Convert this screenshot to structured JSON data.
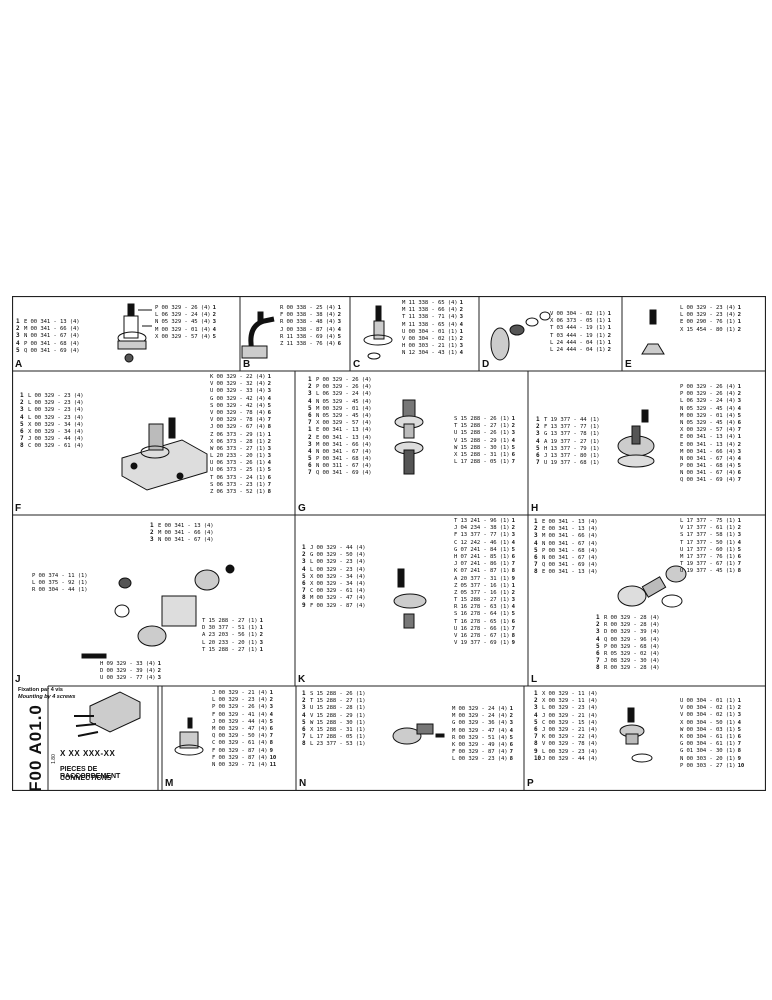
{
  "sheet_code": "F00 A01.0",
  "title_block": {
    "ref": "X XX XXX-XX",
    "code": "1.80",
    "title_fr": "PIECES DE RACCORDEMENT",
    "title_en": "CONNECTIONS"
  },
  "fixation": {
    "fr": "Fixation par 4 vis",
    "en": "Mounting by 4 screws"
  },
  "panels": {
    "A": {
      "label": "A",
      "left": [
        {
          "n": "1",
          "t": "E 00 341 - 13 (4)"
        },
        {
          "n": "2",
          "t": "M 00 341 - 66 (4)"
        },
        {
          "n": "3",
          "t": "N 00 341 - 67 (4)"
        },
        {
          "n": "4",
          "t": "P 00 341 - 68 (4)"
        },
        {
          "n": "5",
          "t": "Q 00 341 - 69 (4)"
        }
      ],
      "right": [
        {
          "t": "P 00 329 - 26 (4)",
          "n": "1"
        },
        {
          "t": "L 06 329 - 24 (4)",
          "n": "2"
        },
        {
          "t": "N 05 329 - 45 (4)",
          "n": "3"
        },
        {
          "t": "M 00 329 - 01 (4)",
          "n": "4"
        },
        {
          "t": "X 00 329 - 57 (4)",
          "n": "5"
        }
      ]
    },
    "B": {
      "label": "B",
      "right": [
        {
          "t": "R 00 338 - 25 (4)",
          "n": "1"
        },
        {
          "t": "F 00 338 - 38 (4)",
          "n": "2"
        },
        {
          "t": "R 00 338 - 48 (4)",
          "n": "3"
        },
        {
          "t": "J 00 338 - 87 (4)",
          "n": "4"
        },
        {
          "t": "R 11 338 - 69 (4)",
          "n": "5"
        },
        {
          "t": "Z 11 338 - 76 (4)",
          "n": "6"
        }
      ]
    },
    "C": {
      "label": "C",
      "right": [
        {
          "t": "M 11 338 - 65 (4)",
          "n": "1"
        },
        {
          "t": "M 11 338 - 66 (4)",
          "n": "2"
        },
        {
          "t": "T 11 338 - 71 (4)",
          "n": "3"
        },
        {
          "t": "M 11 338 - 65 (4)",
          "n": "4"
        },
        {
          "t": "U 00 304 - 01 (1)",
          "n": "1"
        },
        {
          "t": "V 00 304 - 02 (1)",
          "n": "2"
        },
        {
          "t": "H 00 303 - 21 (1)",
          "n": "3"
        },
        {
          "t": "N 12 304 - 43 (1)",
          "n": "4"
        }
      ]
    },
    "D": {
      "label": "D",
      "right": [
        {
          "t": "V 00 304 - 02 (1)",
          "n": "1"
        },
        {
          "t": "X 06 373 - 05 (1)",
          "n": "1"
        },
        {
          "t": "T 03 444 - 19 (1)",
          "n": "1"
        },
        {
          "t": "T 03 444 - 19 (1)",
          "n": "2"
        },
        {
          "t": "L 24 444 - 04 (1)",
          "n": "1"
        },
        {
          "t": "L 24 444 - 04 (1)",
          "n": "2"
        }
      ]
    },
    "E": {
      "label": "E",
      "right": [
        {
          "t": "L 00 329 - 23 (4)",
          "n": "1"
        },
        {
          "t": "L 00 329 - 23 (4)",
          "n": "2"
        },
        {
          "t": "E 00 290 - 76 (1)",
          "n": "1"
        },
        {
          "t": "X 15 454 - 80 (1)",
          "n": "2"
        }
      ]
    },
    "F": {
      "label": "F",
      "left": [
        {
          "n": "1",
          "t": "L 00 329 - 23 (4)"
        },
        {
          "n": "2",
          "t": "L 00 329 - 23 (4)"
        },
        {
          "n": "3",
          "t": "L 00 329 - 23 (4)"
        },
        {
          "n": "4",
          "t": "L 00 329 - 23 (4)"
        },
        {
          "n": "5",
          "t": "X 00 329 - 34 (4)"
        },
        {
          "n": "6",
          "t": "X 00 329 - 34 (4)"
        },
        {
          "n": "7",
          "t": "J 00 329 - 44 (4)"
        },
        {
          "n": "8",
          "t": "C 00 329 - 61 (4)"
        }
      ],
      "right": [
        {
          "t": "K 00 329 - 22 (4)",
          "n": "1"
        },
        {
          "t": "V 00 329 - 32 (4)",
          "n": "2"
        },
        {
          "t": "U 00 329 - 33 (4)",
          "n": "3"
        },
        {
          "t": "G 00 329 - 42 (4)",
          "n": "4"
        },
        {
          "t": "S 00 329 - 42 (4)",
          "n": "5"
        },
        {
          "t": "V 00 329 - 78 (4)",
          "n": "6"
        },
        {
          "t": "V 00 329 - 78 (4)",
          "n": "7"
        },
        {
          "t": "J 00 329 - 67 (4)",
          "n": "8"
        },
        {
          "t": "Z 06 373 - 29 (1)",
          "n": "1"
        },
        {
          "t": "X 06 373 - 28 (1)",
          "n": "2"
        },
        {
          "t": "W 06 373 - 27 (1)",
          "n": "3"
        },
        {
          "t": "L 20 233 - 20 (1)",
          "n": "3"
        },
        {
          "t": "U 06 373 - 26 (1)",
          "n": "4"
        },
        {
          "t": "U 06 373 - 25 (1)",
          "n": "5"
        },
        {
          "t": "T 06 373 - 24 (1)",
          "n": "6"
        },
        {
          "t": "S 06 373 - 23 (1)",
          "n": "7"
        },
        {
          "t": "Z 06 373 - 52 (1)",
          "n": "8"
        }
      ]
    },
    "G": {
      "label": "G",
      "left": [
        {
          "n": "1",
          "t": "P 00 329 - 26 (4)"
        },
        {
          "n": "2",
          "t": "P 00 329 - 26 (4)"
        },
        {
          "n": "3",
          "t": "L 06 329 - 24 (4)"
        },
        {
          "n": "4",
          "t": "N 05 329 - 45 (4)"
        },
        {
          "n": "5",
          "t": "M 00 329 - 01 (4)"
        },
        {
          "n": "6",
          "t": "N 05 329 - 45 (4)"
        },
        {
          "n": "7",
          "t": "X 00 329 - 57 (4)"
        },
        {
          "n": "1",
          "t": "E 00 341 - 13 (4)"
        },
        {
          "n": "2",
          "t": "E 00 341 - 13 (4)"
        },
        {
          "n": "3",
          "t": "M 00 341 - 66 (4)"
        },
        {
          "n": "4",
          "t": "N 00 341 - 67 (4)"
        },
        {
          "n": "5",
          "t": "P 00 341 - 68 (4)"
        },
        {
          "n": "6",
          "t": "N 00 311 - 67 (4)"
        },
        {
          "n": "7",
          "t": "Q 00 341 - 69 (4)"
        }
      ],
      "right": [
        {
          "t": "S 15 288 - 26 (1)",
          "n": "1"
        },
        {
          "t": "T 15 288 - 27 (1)",
          "n": "2"
        },
        {
          "t": "U 15 288 - 26 (1)",
          "n": "3"
        },
        {
          "t": "V 15 288 - 29 (1)",
          "n": "4"
        },
        {
          "t": "W 15 288 - 30 (1)",
          "n": "5"
        },
        {
          "t": "X 15 288 - 31 (1)",
          "n": "6"
        },
        {
          "t": "L 17 288 - 05 (1)",
          "n": "7"
        }
      ]
    },
    "H": {
      "label": "H",
      "left": [
        {
          "n": "1",
          "t": "T 19 377 - 44 (1)"
        },
        {
          "n": "2",
          "t": "F 13 377 - 77 (1)"
        },
        {
          "n": "3",
          "t": "G 13 377 - 78 (1)"
        },
        {
          "n": "4",
          "t": "A 19 377 - 27 (1)"
        },
        {
          "n": "5",
          "t": "H 13 377 - 79 (1)"
        },
        {
          "n": "6",
          "t": "J 13 377 - 80 (1)"
        },
        {
          "n": "7",
          "t": "U 19 377 - 68 (1)"
        }
      ],
      "right": [
        {
          "t": "P 00 329 - 26 (4)",
          "n": "1"
        },
        {
          "t": "P 00 329 - 26 (4)",
          "n": "2"
        },
        {
          "t": "L 06 329 - 24 (4)",
          "n": "3"
        },
        {
          "t": "N 05 329 - 45 (4)",
          "n": "4"
        },
        {
          "t": "M 00 329 - 01 (4)",
          "n": "5"
        },
        {
          "t": "N 05 329 - 45 (4)",
          "n": "6"
        },
        {
          "t": "X 00 329 - 57 (4)",
          "n": "7"
        },
        {
          "t": "E 00 341 - 13 (4)",
          "n": "1"
        },
        {
          "t": "E 00 341 - 13 (4)",
          "n": "2"
        },
        {
          "t": "M 00 341 - 66 (4)",
          "n": "3"
        },
        {
          "t": "N 00 341 - 67 (4)",
          "n": "4"
        },
        {
          "t": "P 00 341 - 68 (4)",
          "n": "5"
        },
        {
          "t": "N 00 341 - 67 (4)",
          "n": "6"
        },
        {
          "t": "Q 00 341 - 69 (4)",
          "n": "7"
        }
      ]
    },
    "I": {
      "label": "J",
      "top": [
        {
          "n": "1",
          "t": "E 00 341 - 13 (4)"
        },
        {
          "n": "2",
          "t": "M 00 341 - 66 (4)"
        },
        {
          "n": "3",
          "t": "N 00 341 - 67 (4)"
        }
      ],
      "left": [
        {
          "t": "P 00 374 - 11 (1)"
        },
        {
          "t": "L 00 375 - 92 (1)"
        },
        {
          "t": "R 00 304 - 44 (1)"
        }
      ],
      "mid": [
        {
          "t": "T 15 288 - 27 (1)",
          "n": "1"
        },
        {
          "t": "D 30 377 - 51 (1)",
          "n": "1"
        },
        {
          "t": "A 23 203 - 56 (1)",
          "n": "2"
        },
        {
          "t": "L 20 233 - 20 (1)",
          "n": "3"
        },
        {
          "t": "T 15 288 - 27 (1)",
          "n": "1"
        }
      ],
      "bottom": [
        {
          "t": "H 09 329 - 33 (4)",
          "n": "1"
        },
        {
          "t": "D 00 329 - 39 (4)",
          "n": "2"
        },
        {
          "t": "U 00 329 - 77 (4)",
          "n": "3"
        }
      ]
    },
    "K": {
      "label": "K",
      "left": [
        {
          "n": "1",
          "t": "J 00 329 - 44 (4)"
        },
        {
          "n": "2",
          "t": "G 00 329 - 50 (4)"
        },
        {
          "n": "3",
          "t": "L 00 329 - 23 (4)"
        },
        {
          "n": "4",
          "t": "L 00 329 - 23 (4)"
        },
        {
          "n": "5",
          "t": "X 00 329 - 34 (4)"
        },
        {
          "n": "6",
          "t": "X 00 329 - 34 (4)"
        },
        {
          "n": "7",
          "t": "C 00 329 - 61 (4)"
        },
        {
          "n": "8",
          "t": "M 00 329 - 47 (4)"
        },
        {
          "n": "9",
          "t": "F 00 329 - 87 (4)"
        }
      ],
      "right": [
        {
          "t": "T 13 241 - 96 (1)",
          "n": "1"
        },
        {
          "t": "J 04 234 - 38 (1)",
          "n": "2"
        },
        {
          "t": "F 13 377 - 77 (1)",
          "n": "3"
        },
        {
          "t": "C 12 242 - 46 (1)",
          "n": "4"
        },
        {
          "t": "G 07 241 - 84 (1)",
          "n": "5"
        },
        {
          "t": "H 07 241 - 85 (1)",
          "n": "6"
        },
        {
          "t": "J 07 241 - 86 (1)",
          "n": "7"
        },
        {
          "t": "K 07 241 - 87 (1)",
          "n": "8"
        },
        {
          "t": "A 20 377 - 31 (1)",
          "n": "9"
        },
        {
          "t": "Z 05 377 - 16 (1)",
          "n": "1"
        },
        {
          "t": "Z 05 377 - 16 (1)",
          "n": "2"
        },
        {
          "t": "T 15 288 - 27 (1)",
          "n": "3"
        },
        {
          "t": "R 16 278 - 63 (1)",
          "n": "4"
        },
        {
          "t": "S 16 278 - 64 (1)",
          "n": "5"
        },
        {
          "t": "T 16 278 - 65 (1)",
          "n": "6"
        },
        {
          "t": "U 16 278 - 66 (1)",
          "n": "7"
        },
        {
          "t": "V 16 278 - 67 (1)",
          "n": "8"
        },
        {
          "t": "V 19 377 - 69 (1)",
          "n": "9"
        }
      ]
    },
    "L": {
      "label": "L",
      "left": [
        {
          "n": "1",
          "t": "E 00 341 - 13 (4)"
        },
        {
          "n": "2",
          "t": "E 00 341 - 13 (4)"
        },
        {
          "n": "3",
          "t": "M 00 341 - 66 (4)"
        },
        {
          "n": "4",
          "t": "N 00 341 - 67 (4)"
        },
        {
          "n": "5",
          "t": "P 00 341 - 68 (4)"
        },
        {
          "n": "6",
          "t": "N 00 341 - 67 (4)"
        },
        {
          "n": "7",
          "t": "Q 00 341 - 69 (4)"
        },
        {
          "n": "8",
          "t": "E 00 341 - 13 (4)"
        }
      ],
      "right": [
        {
          "t": "L 17 377 - 75 (1)",
          "n": "1"
        },
        {
          "t": "V 17 377 - 61 (1)",
          "n": "2"
        },
        {
          "t": "S 17 377 - 58 (1)",
          "n": "3"
        },
        {
          "t": "T 17 377 - 50 (1)",
          "n": "4"
        },
        {
          "t": "U 17 377 - 60 (1)",
          "n": "5"
        },
        {
          "t": "M 17 377 - 76 (1)",
          "n": "6"
        },
        {
          "t": "T 19 377 - 67 (1)",
          "n": "7"
        },
        {
          "t": "U 19 377 - 45 (1)",
          "n": "8"
        }
      ],
      "bottom": [
        {
          "n": "1",
          "t": "R 00 329 - 28 (4)"
        },
        {
          "n": "2",
          "t": "R 00 329 - 28 (4)"
        },
        {
          "n": "3",
          "t": "D 00 329 - 39 (4)"
        },
        {
          "n": "4",
          "t": "Q 00 329 - 96 (4)"
        },
        {
          "n": "5",
          "t": "P 00 329 - 68 (4)"
        },
        {
          "n": "6",
          "t": "R 05 329 - 02 (4)"
        },
        {
          "n": "7",
          "t": "J 08 329 - 30 (4)"
        },
        {
          "n": "8",
          "t": "R 00 329 - 28 (4)"
        }
      ]
    },
    "M": {
      "label": "M",
      "right": [
        {
          "t": "J 00 329 - 21 (4)",
          "n": "1"
        },
        {
          "t": "L 00 329 - 23 (4)",
          "n": "2"
        },
        {
          "t": "P 00 329 - 26 (4)",
          "n": "3"
        },
        {
          "t": "F 00 329 - 41 (4)",
          "n": "4"
        },
        {
          "t": "J 00 329 - 44 (4)",
          "n": "5"
        },
        {
          "t": "M 00 329 - 47 (4)",
          "n": "6"
        },
        {
          "t": "Q 00 329 - 50 (4)",
          "n": "7"
        },
        {
          "t": "C 00 329 - 61 (4)",
          "n": "8"
        },
        {
          "t": "F 00 329 - 87 (4)",
          "n": "9"
        },
        {
          "t": "F 00 329 - 87 (4)",
          "n": "10"
        },
        {
          "t": "N 00 329 - 71 (4)",
          "n": "11"
        }
      ]
    },
    "N": {
      "label": "N",
      "left": [
        {
          "n": "1",
          "t": "S 15 288 - 26 (1)"
        },
        {
          "n": "2",
          "t": "T 15 288 - 27 (1)"
        },
        {
          "n": "3",
          "t": "U 15 288 - 28 (1)"
        },
        {
          "n": "4",
          "t": "V 15 288 - 29 (1)"
        },
        {
          "n": "5",
          "t": "W 15 288 - 30 (1)"
        },
        {
          "n": "6",
          "t": "X 15 288 - 31 (1)"
        },
        {
          "n": "7",
          "t": "L 17 288 - 05 (1)"
        },
        {
          "n": "8",
          "t": "L 23 377 - 53 (1)"
        }
      ],
      "right": [
        {
          "t": "M 00 329 - 24 (4)",
          "n": "1"
        },
        {
          "t": "M 00 329 - 24 (4)",
          "n": "2"
        },
        {
          "t": "G 00 329 - 36 (4)",
          "n": "3"
        },
        {
          "t": "M 00 329 - 47 (4)",
          "n": "4"
        },
        {
          "t": "R 00 329 - 51 (4)",
          "n": "5"
        },
        {
          "t": "K 00 329 - 49 (4)",
          "n": "6"
        },
        {
          "t": "F 00 329 - 87 (4)",
          "n": "7"
        },
        {
          "t": "L 00 329 - 23 (4)",
          "n": "8"
        }
      ]
    },
    "P": {
      "label": "P",
      "left": [
        {
          "n": "1",
          "t": "X 00 329 - 11 (4)"
        },
        {
          "n": "2",
          "t": "X 00 329 - 11 (4)"
        },
        {
          "n": "3",
          "t": "L 00 329 - 23 (4)"
        },
        {
          "n": "4",
          "t": "J 00 329 - 21 (4)"
        },
        {
          "n": "5",
          "t": "C 00 329 - 15 (4)"
        },
        {
          "n": "6",
          "t": "J 00 329 - 21 (4)"
        },
        {
          "n": "7",
          "t": "K 00 329 - 22 (4)"
        },
        {
          "n": "8",
          "t": "V 00 329 - 78 (4)"
        },
        {
          "n": "9",
          "t": "L 00 329 - 23 (4)"
        },
        {
          "n": "10",
          "t": "J 00 329 - 44 (4)"
        }
      ],
      "right": [
        {
          "t": "U 00 304 - 01 (1)",
          "n": "1"
        },
        {
          "t": "V 00 304 - 02 (1)",
          "n": "2"
        },
        {
          "t": "V 00 304 - 02 (1)",
          "n": "3"
        },
        {
          "t": "X 00 304 - 50 (1)",
          "n": "4"
        },
        {
          "t": "W 00 304 - 03 (1)",
          "n": "5"
        },
        {
          "t": "K 00 304 - 61 (1)",
          "n": "6"
        },
        {
          "t": "G 00 304 - 61 (1)",
          "n": "7"
        },
        {
          "t": "G 01 304 - 30 (1)",
          "n": "8"
        },
        {
          "t": "N 00 303 - 20 (1)",
          "n": "9"
        },
        {
          "t": "P 00 303 - 27 (1)",
          "n": "10"
        }
      ]
    }
  }
}
